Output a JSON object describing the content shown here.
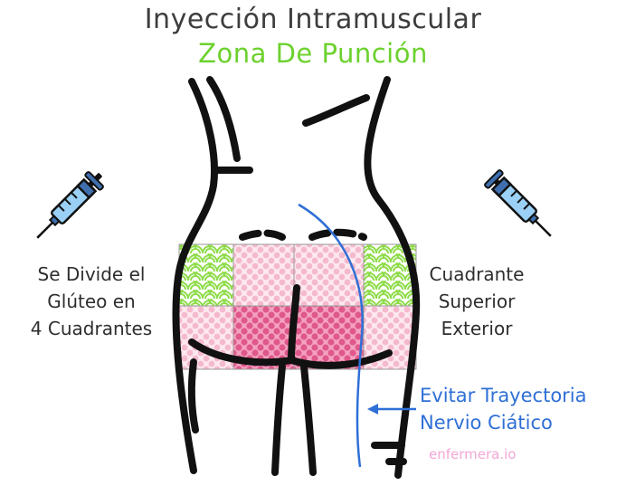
{
  "title": "Inyección Intramuscular",
  "subtitle": "Zona De Punción",
  "left_label": [
    "Se Divide el",
    "Glúteo en",
    "4 Cuadrantes"
  ],
  "right_label": [
    "Cuadrante",
    "Superior",
    "Exterior"
  ],
  "nerve_label": [
    "Evitar Trayectoria",
    "Nervio Ciático"
  ],
  "watermark": "enfermera.io",
  "icons": [
    "syringe-icon",
    "syringe-icon"
  ],
  "colors": {
    "title": "#3d3d3d",
    "subtitle": "#6cd12e",
    "nerve": "#2f6fd6",
    "injection_zone": "#8fdc4a",
    "quadrant_light": "#f7c9d8",
    "quadrant_dark": "#e86b98",
    "watermark": "#f2a7d6"
  }
}
